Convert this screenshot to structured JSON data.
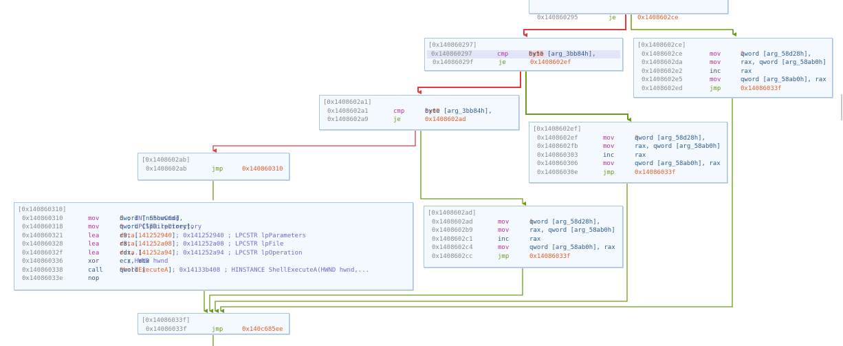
{
  "colors": {
    "false_edge": "#e0393e",
    "true_edge": "#6d9a1a",
    "block_bg": "#f3f9fe",
    "block_border": "#a9c4de"
  },
  "blocks": {
    "b295": {
      "rows": [
        {
          "addr": "0x140860295",
          "mnemonic": "je",
          "operands": [
            {
              "t": "tgt",
              "v": "0x1408602ce"
            }
          ]
        }
      ]
    },
    "b297": {
      "label": "[0x140860297]",
      "rows": [
        {
          "addr": "0x140860297",
          "mnemonic": "cmp",
          "highlight": true,
          "operands": [
            {
              "t": "ops",
              "v": "byte [arg_3bb84h], "
            },
            {
              "t": "num",
              "v": "0x55"
            }
          ]
        },
        {
          "addr": "0x14086029f",
          "mnemonic": "je",
          "operands": [
            {
              "t": "tgt",
              "v": "0x1408602ef"
            }
          ]
        }
      ]
    },
    "b2ce": {
      "label": "[0x1408602ce]",
      "rows": [
        {
          "addr": "0x1408602ce",
          "mnemonic": "mov",
          "operands": [
            {
              "t": "ops",
              "v": "qword [arg_58d28h], "
            },
            {
              "t": "num",
              "v": "2"
            }
          ]
        },
        {
          "addr": "0x1408602da",
          "mnemonic": "mov",
          "operands": [
            {
              "t": "ops",
              "v": "rax, qword [arg_58ab0h]"
            }
          ]
        },
        {
          "addr": "0x1408602e2",
          "mnemonic": "inc",
          "operands": [
            {
              "t": "ops",
              "v": "rax"
            }
          ]
        },
        {
          "addr": "0x1408602e5",
          "mnemonic": "mov",
          "operands": [
            {
              "t": "ops",
              "v": "qword [arg_58ab0h], rax"
            }
          ]
        },
        {
          "addr": "0x1408602ed",
          "mnemonic": "jmp",
          "operands": [
            {
              "t": "tgt",
              "v": "0x14086033f"
            }
          ]
        }
      ]
    },
    "b2a1": {
      "label": "[0x1408602a1]",
      "rows": [
        {
          "addr": "0x1408602a1",
          "mnemonic": "cmp",
          "operands": [
            {
              "t": "ops",
              "v": "byte [arg_3bb84h], "
            },
            {
              "t": "num",
              "v": "0x69"
            }
          ]
        },
        {
          "addr": "0x1408602a9",
          "mnemonic": "je",
          "operands": [
            {
              "t": "tgt",
              "v": "0x1408602ad"
            }
          ]
        }
      ]
    },
    "b2ef": {
      "label": "[0x1408602ef]",
      "rows": [
        {
          "addr": "0x1408602ef",
          "mnemonic": "mov",
          "operands": [
            {
              "t": "ops",
              "v": "qword [arg_58d28h], "
            },
            {
              "t": "num",
              "v": "3"
            }
          ]
        },
        {
          "addr": "0x1408602fb",
          "mnemonic": "mov",
          "operands": [
            {
              "t": "ops",
              "v": "rax, qword [arg_58ab0h]"
            }
          ]
        },
        {
          "addr": "0x140860303",
          "mnemonic": "inc",
          "operands": [
            {
              "t": "ops",
              "v": "rax"
            }
          ]
        },
        {
          "addr": "0x140860306",
          "mnemonic": "mov",
          "operands": [
            {
              "t": "ops",
              "v": "qword [arg_58ab0h], rax"
            }
          ]
        },
        {
          "addr": "0x14086030e",
          "mnemonic": "jmp",
          "operands": [
            {
              "t": "tgt",
              "v": "0x14086033f"
            }
          ]
        }
      ]
    },
    "b2ab": {
      "label": "[0x1408602ab]",
      "rows": [
        {
          "addr": "0x1408602ab",
          "mnemonic": "jmp",
          "operands": [
            {
              "t": "tgt",
              "v": "0x140860310"
            }
          ]
        }
      ]
    },
    "b310": {
      "label": "[0x140860310]",
      "rows": [
        {
          "addr": "0x140860310",
          "mnemonic": "mov",
          "operands": [
            {
              "t": "ops",
              "v": "dword [nShowCmd], "
            },
            {
              "t": "num",
              "v": "5"
            },
            {
              "t": "cmt",
              "v": " ; INT nShowCmd"
            }
          ]
        },
        {
          "addr": "0x140860318",
          "mnemonic": "mov",
          "operands": [
            {
              "t": "ops",
              "v": "qword [lpDirectory], "
            },
            {
              "t": "num",
              "v": "0"
            },
            {
              "t": "cmt",
              "v": " ; LPCSTR lpDirectory"
            }
          ]
        },
        {
          "addr": "0x140860321",
          "mnemonic": "lea",
          "operands": [
            {
              "t": "ops",
              "v": "r9, ["
            },
            {
              "t": "num",
              "v": "data.141252940"
            },
            {
              "t": "ops",
              "v": "]"
            },
            {
              "t": "cmt",
              "v": " ; 0x141252940 ; LPCSTR lpParameters"
            }
          ]
        },
        {
          "addr": "0x140860328",
          "mnemonic": "lea",
          "operands": [
            {
              "t": "ops",
              "v": "r8, ["
            },
            {
              "t": "num",
              "v": "data.141252a08"
            },
            {
              "t": "ops",
              "v": "]"
            },
            {
              "t": "cmt",
              "v": " ; 0x141252a08 ; LPCSTR lpFile"
            }
          ]
        },
        {
          "addr": "0x14086032f",
          "mnemonic": "lea",
          "operands": [
            {
              "t": "ops",
              "v": "rdx, ["
            },
            {
              "t": "num",
              "v": "data.141252a94"
            },
            {
              "t": "ops",
              "v": "]"
            },
            {
              "t": "cmt",
              "v": " ; 0x141252a94 ; LPCSTR lpOperation"
            }
          ]
        },
        {
          "addr": "0x140860336",
          "mnemonic": "xor",
          "operands": [
            {
              "t": "ops",
              "v": "ecx, ecx"
            },
            {
              "t": "cmt",
              "v": "  ; HWND hwnd"
            }
          ]
        },
        {
          "addr": "0x140860338",
          "mnemonic": "call",
          "operands": [
            {
              "t": "ops",
              "v": "qword ["
            },
            {
              "t": "num",
              "v": "ShellExecuteA"
            },
            {
              "t": "ops",
              "v": "]"
            },
            {
              "t": "cmt",
              "v": " ; 0x14133b408 ; HINSTANCE ShellExecuteA(HWND hwnd,..."
            }
          ]
        },
        {
          "addr": "0x14086033e",
          "mnemonic": "nop",
          "operands": []
        }
      ]
    },
    "b2ad": {
      "label": "[0x1408602ad]",
      "rows": [
        {
          "addr": "0x1408602ad",
          "mnemonic": "mov",
          "operands": [
            {
              "t": "ops",
              "v": "qword [arg_58d28h], "
            },
            {
              "t": "num",
              "v": "1"
            }
          ]
        },
        {
          "addr": "0x1408602b9",
          "mnemonic": "mov",
          "operands": [
            {
              "t": "ops",
              "v": "rax, qword [arg_58ab0h]"
            }
          ]
        },
        {
          "addr": "0x1408602c1",
          "mnemonic": "inc",
          "operands": [
            {
              "t": "ops",
              "v": "rax"
            }
          ]
        },
        {
          "addr": "0x1408602c4",
          "mnemonic": "mov",
          "operands": [
            {
              "t": "ops",
              "v": "qword [arg_58ab0h], rax"
            }
          ]
        },
        {
          "addr": "0x1408602cc",
          "mnemonic": "jmp",
          "operands": [
            {
              "t": "tgt",
              "v": "0x14086033f"
            }
          ]
        }
      ]
    },
    "b33f": {
      "label": "[0x14086033f]",
      "rows": [
        {
          "addr": "0x14086033f",
          "mnemonic": "jmp",
          "operands": [
            {
              "t": "tgt",
              "v": "0x140c685ee"
            }
          ]
        }
      ]
    }
  }
}
